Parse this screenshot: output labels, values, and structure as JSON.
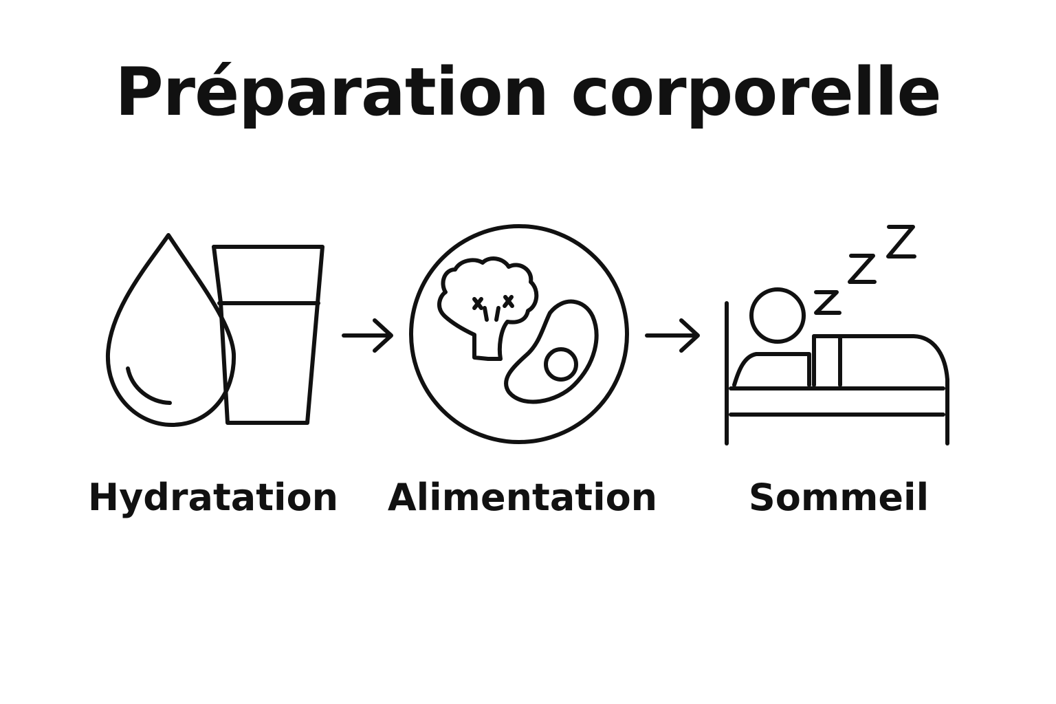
{
  "title": "Préparation corporelle",
  "steps": [
    {
      "label": "Hydratation",
      "icon": "water-drop-and-glass-icon"
    },
    {
      "label": "Alimentation",
      "icon": "plate-broccoli-egg-icon"
    },
    {
      "label": "Sommeil",
      "icon": "sleeping-in-bed-icon"
    }
  ],
  "colors": {
    "stroke": "#111111",
    "background": "#ffffff"
  }
}
